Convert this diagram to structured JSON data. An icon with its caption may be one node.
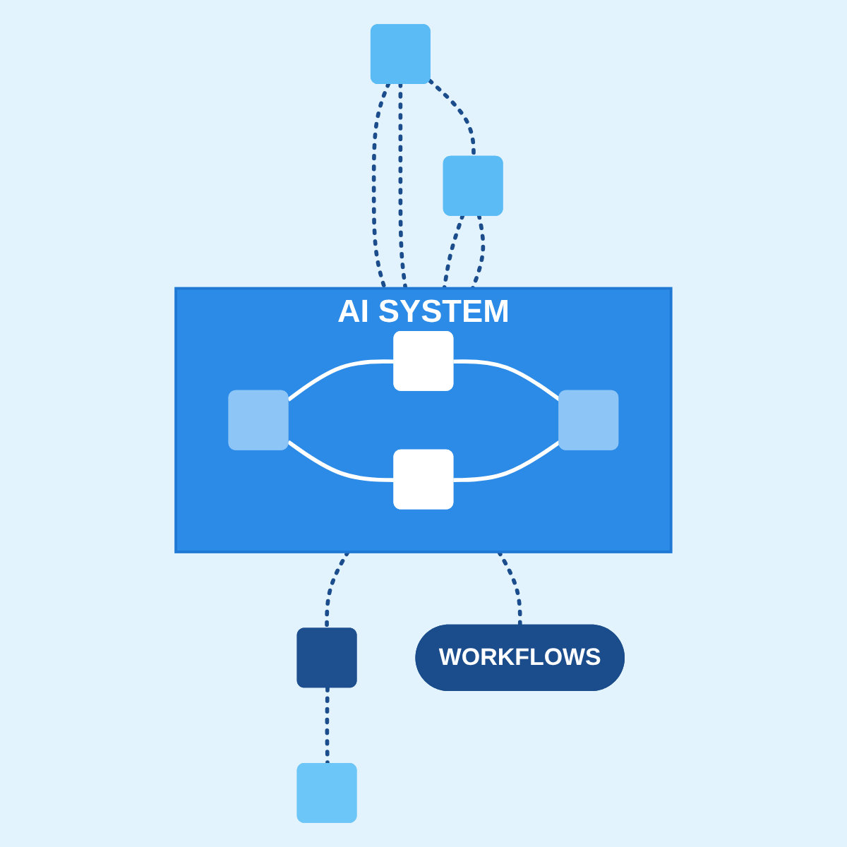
{
  "diagram": {
    "nodes": [
      {
        "text": [
          "AI SYSTEM"
        ]
      },
      {
        "text": [],
        "shape": "box",
        "in": 0
      },
      {
        "text": [],
        "shape": "box",
        "in": 0
      },
      {
        "text": [],
        "shape": "box",
        "in": 0
      },
      {
        "text": [],
        "shape": "box",
        "in": 0
      },
      {
        "text": [],
        "shape": "box"
      },
      {
        "text": [],
        "shape": "box"
      },
      {
        "text": [],
        "shape": "box"
      },
      {
        "text": [],
        "shape": "box"
      },
      {
        "text": [
          "WORKFLOWS"
        ]
      }
    ],
    "edges": [
      {
        "from": 1,
        "to": 2,
        "arrow": "none",
        "color": "#ffffff"
      },
      {
        "from": 1,
        "to": 3,
        "arrow": "none",
        "color": "#ffffff"
      },
      {
        "from": 2,
        "to": 4,
        "arrow": "none",
        "color": "#ffffff"
      },
      {
        "from": 3,
        "to": 4,
        "arrow": "none",
        "color": "#ffffff"
      },
      {
        "from": 5,
        "to": 0,
        "arrow": "none",
        "style": "dashed"
      },
      {
        "from": 5,
        "to": 6,
        "arrow": "none",
        "style": "dashed"
      },
      {
        "from": 5,
        "to": 0,
        "arrow": "none",
        "style": "dashed"
      },
      {
        "from": 6,
        "to": 0,
        "arrow": "none",
        "style": "dashed"
      },
      {
        "from": 6,
        "to": 0,
        "arrow": "none",
        "style": "dashed"
      },
      {
        "from": 0,
        "to": 7,
        "arrow": "none",
        "style": "dashed"
      },
      {
        "from": 7,
        "to": 8,
        "arrow": "none",
        "style": "dashed"
      },
      {
        "from": 0,
        "to": 9,
        "arrow": "none",
        "style": "dashed"
      }
    ]
  }
}
